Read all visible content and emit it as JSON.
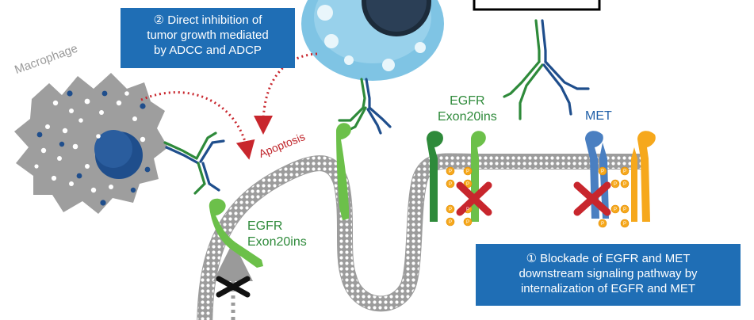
{
  "box_adcc": {
    "line1": "② Direct inhibition of",
    "line2": "tumor growth mediated",
    "line3": "by ADCC and ADCP"
  },
  "box_blockade": {
    "line1": "① Blockade of EGFR and MET",
    "line2": "downstream signaling pathway by",
    "line3": "internalization of EGFR and MET"
  },
  "labels": {
    "macrophage": "Macrophage",
    "apoptosis": "Apoptosis",
    "egfr_left_1": "EGFR",
    "egfr_left_2": "Exon20ins",
    "egfr_right_1": "EGFR",
    "egfr_right_2": "Exon20ins",
    "met": "MET"
  },
  "phospho_symbol": "P",
  "colors": {
    "box_blue": "#1f6eb5",
    "egfr_green": "#6cc04a",
    "egfr_dark_green": "#2e8a3a",
    "met_blue": "#4a7fc1",
    "met_orange": "#f6a81c",
    "block_red": "#c8262d",
    "membrane_gray": "#bdbdbd"
  }
}
